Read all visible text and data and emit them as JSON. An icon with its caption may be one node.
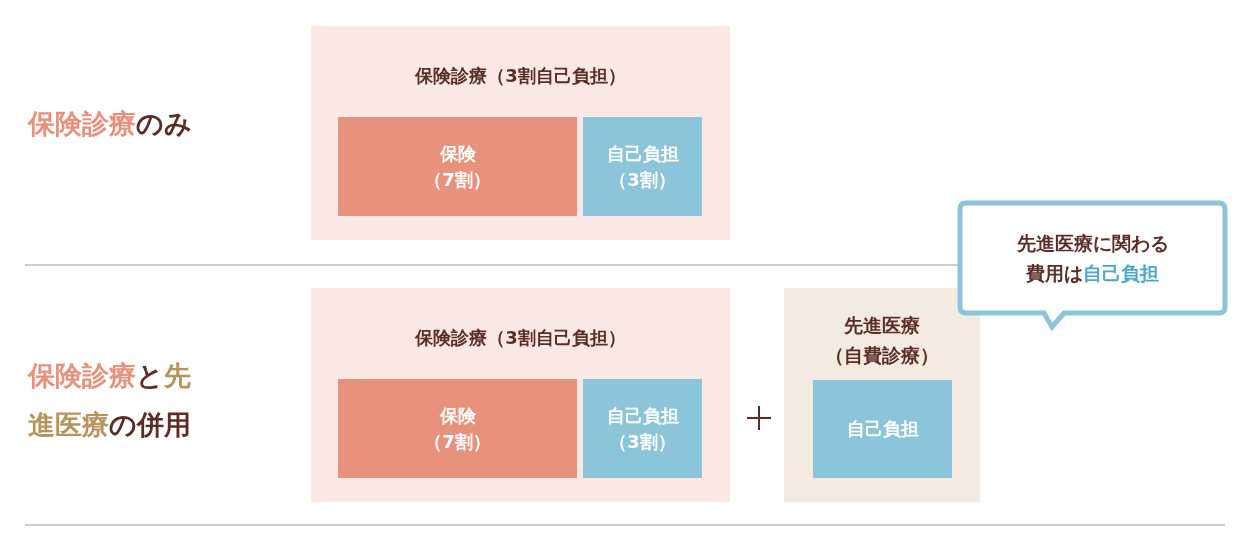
{
  "diagram": {
    "nodes": [
      {
        "text": [
          "保険診療（3割自己負担）"
        ]
      },
      {
        "text": [
          "保険（7割）"
        ],
        "in": 0
      },
      {
        "text": [
          "自己負担（3割）"
        ],
        "in": 0
      },
      {
        "text": [
          "保険診療（3割自己負担）"
        ]
      },
      {
        "text": [
          "保険（7割）"
        ],
        "in": 3
      },
      {
        "text": [
          "自己負担（3割）"
        ],
        "in": 3
      },
      {
        "text": [
          "先進医療（自費診療）"
        ]
      },
      {
        "text": [
          "自己負担"
        ],
        "in": 6
      },
      {
        "text": [
          "先進医療に関わる費用は**自己負担**"
        ]
      }
    ],
    "edges": [],
    "labels": [
      "**保険診療**のみ",
      "**保険診療**と**先進医療**の併用"
    ]
  }
}
